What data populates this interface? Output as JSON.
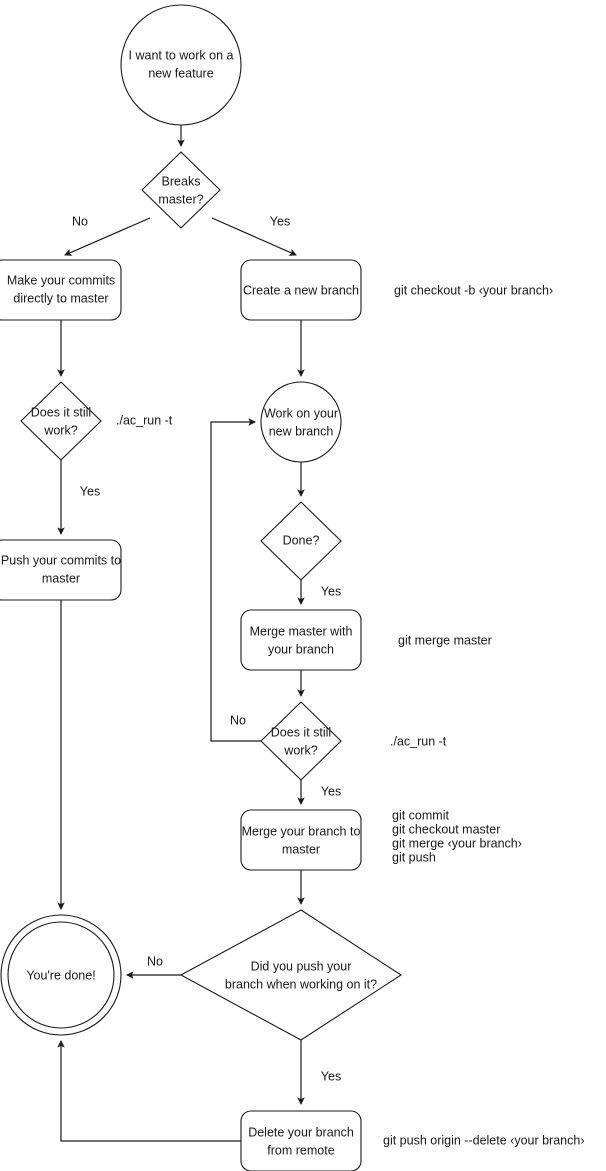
{
  "diagram": {
    "title": "Git branching workflow flowchart",
    "colors": {
      "stroke": "#1a1a1a",
      "fill": "#ffffff",
      "background": "#ffffff",
      "text": "#1a1a1a"
    },
    "nodes": {
      "start": {
        "label_line1": "I want to work on a",
        "label_line2": "new feature",
        "shape": "circle"
      },
      "breaks_master": {
        "label_line1": "Breaks",
        "label_line2": "master?",
        "shape": "diamond"
      },
      "make_commits": {
        "label_line1": "Make your commits",
        "label_line2": "directly to master",
        "shape": "rounded-rect"
      },
      "create_branch": {
        "label_line1": "Create a new branch",
        "label_line2": "",
        "shape": "rounded-rect"
      },
      "left_still_work": {
        "label_line1": "Does it still",
        "label_line2": "work?",
        "shape": "diamond"
      },
      "push_commits": {
        "label_line1": "Push your commits to",
        "label_line2": "master",
        "shape": "rounded-rect"
      },
      "work_branch": {
        "label_line1": "Work on your",
        "label_line2": "new branch",
        "shape": "circle"
      },
      "done_q": {
        "label_line1": "Done?",
        "label_line2": "",
        "shape": "diamond"
      },
      "merge_master": {
        "label_line1": "Merge master with",
        "label_line2": "your branch",
        "shape": "rounded-rect"
      },
      "right_still_work": {
        "label_line1": "Does it still",
        "label_line2": "work?",
        "shape": "diamond"
      },
      "merge_branch": {
        "label_line1": "Merge your branch to",
        "label_line2": "master",
        "shape": "rounded-rect"
      },
      "did_you_push": {
        "label_line1": "Did you push your",
        "label_line2": "branch when working on it?",
        "shape": "diamond"
      },
      "youre_done": {
        "label_line1": "You're done!",
        "label_line2": "",
        "shape": "double-circle"
      },
      "delete_branch": {
        "label_line1": "Delete your branch",
        "label_line2": "from remote",
        "shape": "rounded-rect"
      }
    },
    "edge_labels": {
      "breaks_no": "No",
      "breaks_yes": "Yes",
      "left_work_yes": "Yes",
      "done_yes": "Yes",
      "right_work_no": "No",
      "right_work_yes": "Yes",
      "did_push_no": "No",
      "did_push_yes": "Yes"
    },
    "annotations": {
      "create_branch_cmd": "git checkout -b ‹your branch›",
      "left_test_cmd": "./ac_run -t",
      "merge_master_cmd": "git merge master",
      "right_test_cmd": "./ac_run -t",
      "merge_branch_cmd_1": "git commit",
      "merge_branch_cmd_2": "git checkout master",
      "merge_branch_cmd_3": "git merge ‹your branch›",
      "merge_branch_cmd_4": "git push",
      "delete_branch_cmd": "git push origin --delete ‹your branch›"
    }
  }
}
